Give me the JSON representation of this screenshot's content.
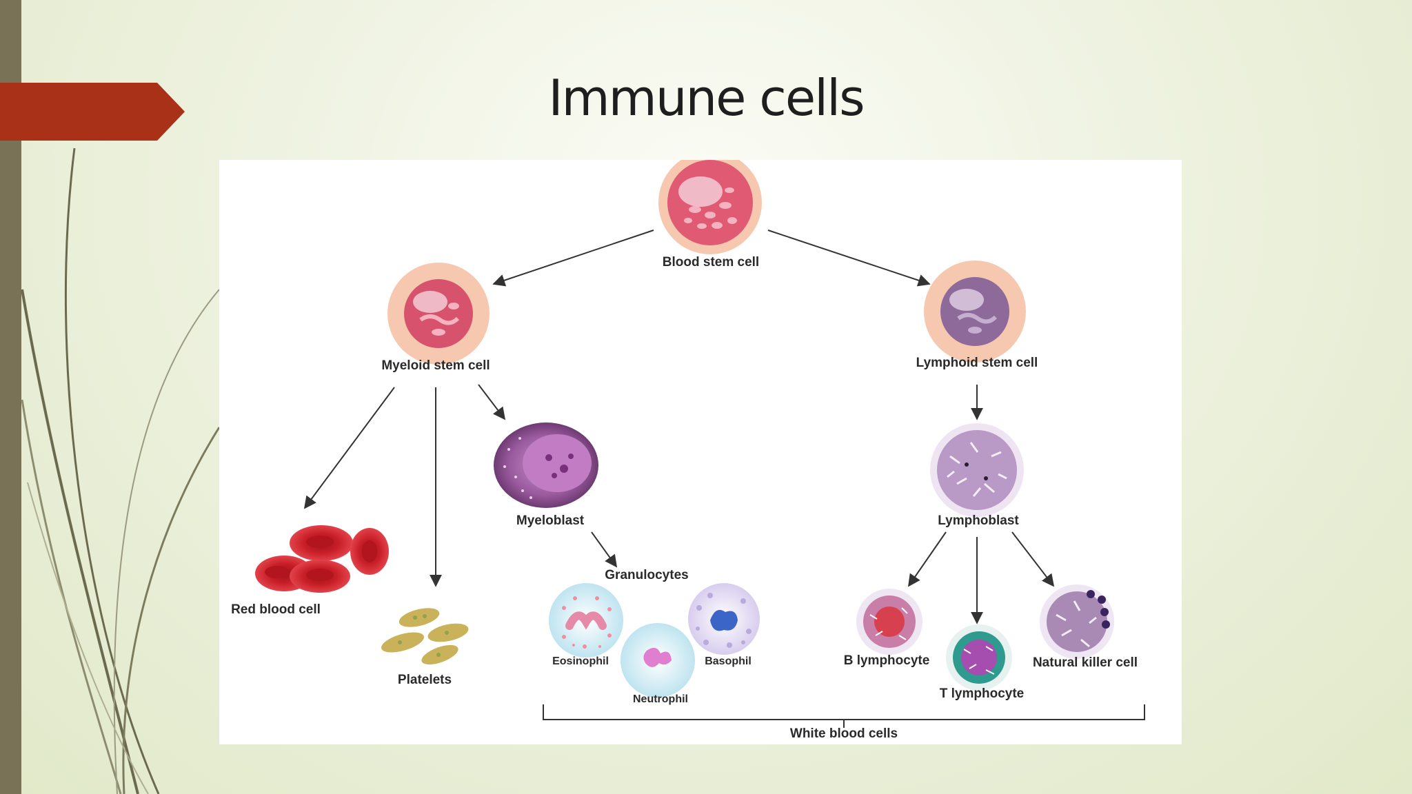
{
  "slide": {
    "title": "Immune cells"
  },
  "diagram": {
    "labels": {
      "blood_stem_cell": "Blood stem cell",
      "myeloid_stem_cell": "Myeloid stem cell",
      "lymphoid_stem_cell": "Lymphoid stem cell",
      "myeloblast": "Myeloblast",
      "lymphoblast": "Lymphoblast",
      "red_blood_cell": "Red blood cell",
      "platelets": "Platelets",
      "granulocytes": "Granulocytes",
      "eosinophil": "Eosinophil",
      "basophil": "Basophil",
      "neutrophil": "Neutrophil",
      "b_lymphocyte": "B lymphocyte",
      "t_lymphocyte": "T lymphocyte",
      "natural_killer_cell": "Natural killer cell",
      "white_blood_cells": "White blood cells"
    }
  },
  "colors": {
    "accent_tab": "#a83117",
    "left_bar": "#7a7257",
    "stem_outer": "#f6c8b0",
    "stem_inner": "#d9546e",
    "red_cell": "#d42a35",
    "platelet": "#c9b25a",
    "myeloblast": "#8a4a8c",
    "lymph": "#b89ac0"
  }
}
